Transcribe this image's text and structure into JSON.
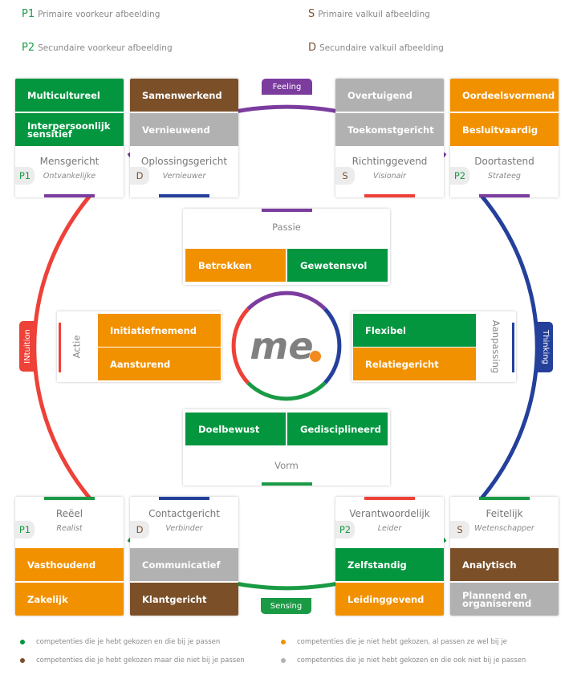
{
  "key_legend": [
    {
      "code": "P1",
      "label": "Primaire voorkeur afbeelding",
      "kind": "p"
    },
    {
      "code": "P2",
      "label": "Secundaire voorkeur afbeelding",
      "kind": "p"
    },
    {
      "code": "S",
      "label": "Primaire valkuil afbeelding",
      "kind": "d"
    },
    {
      "code": "D",
      "label": "Secundaire valkuil afbeelding",
      "kind": "d"
    }
  ],
  "axes": {
    "feeling": "Feeling",
    "sensing": "Sensing",
    "intuition": "INtuition",
    "thinking": "Thinking"
  },
  "colors": {
    "green": "#03963f",
    "orange": "#f29100",
    "brown": "#7b5029",
    "gray": "#b1b1b1",
    "purple": "#7b3c9e",
    "red": "#ee4138",
    "blue": "#24409b",
    "logo_gray": "#808080",
    "logo_dot": "#f28a1e"
  },
  "cards": {
    "mensgericht": {
      "title": "Mensgericht",
      "subtitle": "Ontvankelijke",
      "badge": "P1",
      "competencies": [
        "Multicultureel",
        "Interpersoonlijk sensitief"
      ]
    },
    "oplossingsgericht": {
      "title": "Oplossingsgericht",
      "subtitle": "Vernieuwer",
      "badge": "D",
      "competencies": [
        "Samenwerkend",
        "Vernieuwend"
      ]
    },
    "richtinggevend": {
      "title": "Richtinggevend",
      "subtitle": "Visionair",
      "badge": "S",
      "competencies": [
        "Overtuigend",
        "Toekomstgericht"
      ]
    },
    "doortastend": {
      "title": "Doortastend",
      "subtitle": "Strateeg",
      "badge": "P2",
      "competencies": [
        "Oordeelsvormend",
        "Besluitvaardig"
      ]
    },
    "reeel": {
      "title": "Reëel",
      "subtitle": "Realist",
      "badge": "P1",
      "competencies": [
        "Vasthoudend",
        "Zakelijk"
      ]
    },
    "contactgericht": {
      "title": "Contactgericht",
      "subtitle": "Verbinder",
      "badge": "D",
      "competencies": [
        "Communicatief",
        "Klantgericht"
      ]
    },
    "verantwoordelijk": {
      "title": "Verantwoordelijk",
      "subtitle": "Leider",
      "badge": "P2",
      "competencies": [
        "Zelfstandig",
        "Leidinggevend"
      ]
    },
    "feitelijk": {
      "title": "Feitelijk",
      "subtitle": "Wetenschapper",
      "badge": "S",
      "competencies": [
        "Analytisch",
        "Plannend en organiserend"
      ]
    }
  },
  "inner": {
    "passie": {
      "label": "Passie",
      "competencies": [
        "Betrokken",
        "Gewetensvol"
      ]
    },
    "vorm": {
      "label": "Vorm",
      "competencies": [
        "Doelbewust",
        "Gedisciplineerd"
      ]
    },
    "actie": {
      "label": "Actie",
      "competencies": [
        "Initiatiefnemend",
        "Aansturend"
      ]
    },
    "aanpassing": {
      "label": "Aanpassing",
      "competencies": [
        "Flexibel",
        "Relatiegericht"
      ]
    }
  },
  "logo_text": "me",
  "color_legend": [
    {
      "color": "green",
      "label": "competenties die je hebt gekozen en die bij je passen"
    },
    {
      "color": "orange",
      "label": "competenties die je niet hebt gekozen, al passen ze wel bij je"
    },
    {
      "color": "brown",
      "label": "competenties die je hebt gekozen maar die niet bij je passen"
    },
    {
      "color": "gray",
      "label": "competenties die je niet hebt gekozen en die ook niet bij je passen"
    }
  ]
}
